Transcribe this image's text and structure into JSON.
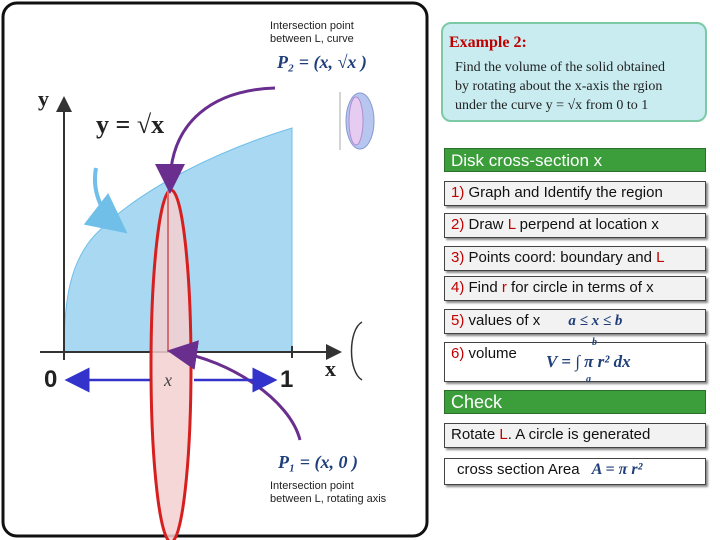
{
  "top_label": [
    "Intersection point",
    "between L,  curve"
  ],
  "p2_label": "P₂ = (x, √x )",
  "bottom_label": [
    "Intersection point",
    "between L,  rotating axis"
  ],
  "p1_label": "P₁ = (x, 0 )",
  "graph": {
    "y_axis": "y",
    "x_axis": "x",
    "curve_label": "y = √x",
    "x_marker": "x",
    "zero": "0",
    "one": "1"
  },
  "example": {
    "title": "Example 2:",
    "lines": [
      "Find the volume of the solid obtained",
      "by rotating about the x-axis the rgion",
      "under the curve  y = √x  from 0 to 1"
    ]
  },
  "disk_header": "Disk cross-section  x",
  "steps": [
    {
      "num": "1)",
      "pre": "Graph and Identify the region",
      "hl": "",
      "post": ""
    },
    {
      "num": "2)",
      "pre": "Draw ",
      "hl": "L",
      "post": " perpend at location x"
    },
    {
      "num": "3)",
      "pre": "Points coord: boundary and ",
      "hl": "L",
      "post": ""
    },
    {
      "num": "4)",
      "pre": "Find  ",
      "hl": "r",
      "post": " for circle in terms of x"
    },
    {
      "num": "5)",
      "pre": "values of   x",
      "hl": "",
      "post": ""
    },
    {
      "num": "6)",
      "pre": "volume",
      "hl": "",
      "post": ""
    }
  ],
  "bounds_formula": "a ≤ x ≤ b",
  "volume_formula": "V = ∫ π r² dx",
  "volume_upper": "b",
  "volume_lower": "a",
  "check_header": "Check",
  "rotate_text": {
    "pre": "Rotate ",
    "hl": "L",
    "post": ".  A circle is generated"
  },
  "area_text": "cross section Area",
  "area_formula": "A = π r²",
  "colors": {
    "region": "#a8d8f2",
    "ellipse": "#f5d0d0",
    "ellipse_stroke": "#d62020",
    "arrow_purple": "#6a2e8f",
    "arrow_blue": "#3333cc",
    "arrow_light": "#6fbfe8",
    "check_green": "#3b9e3b"
  }
}
